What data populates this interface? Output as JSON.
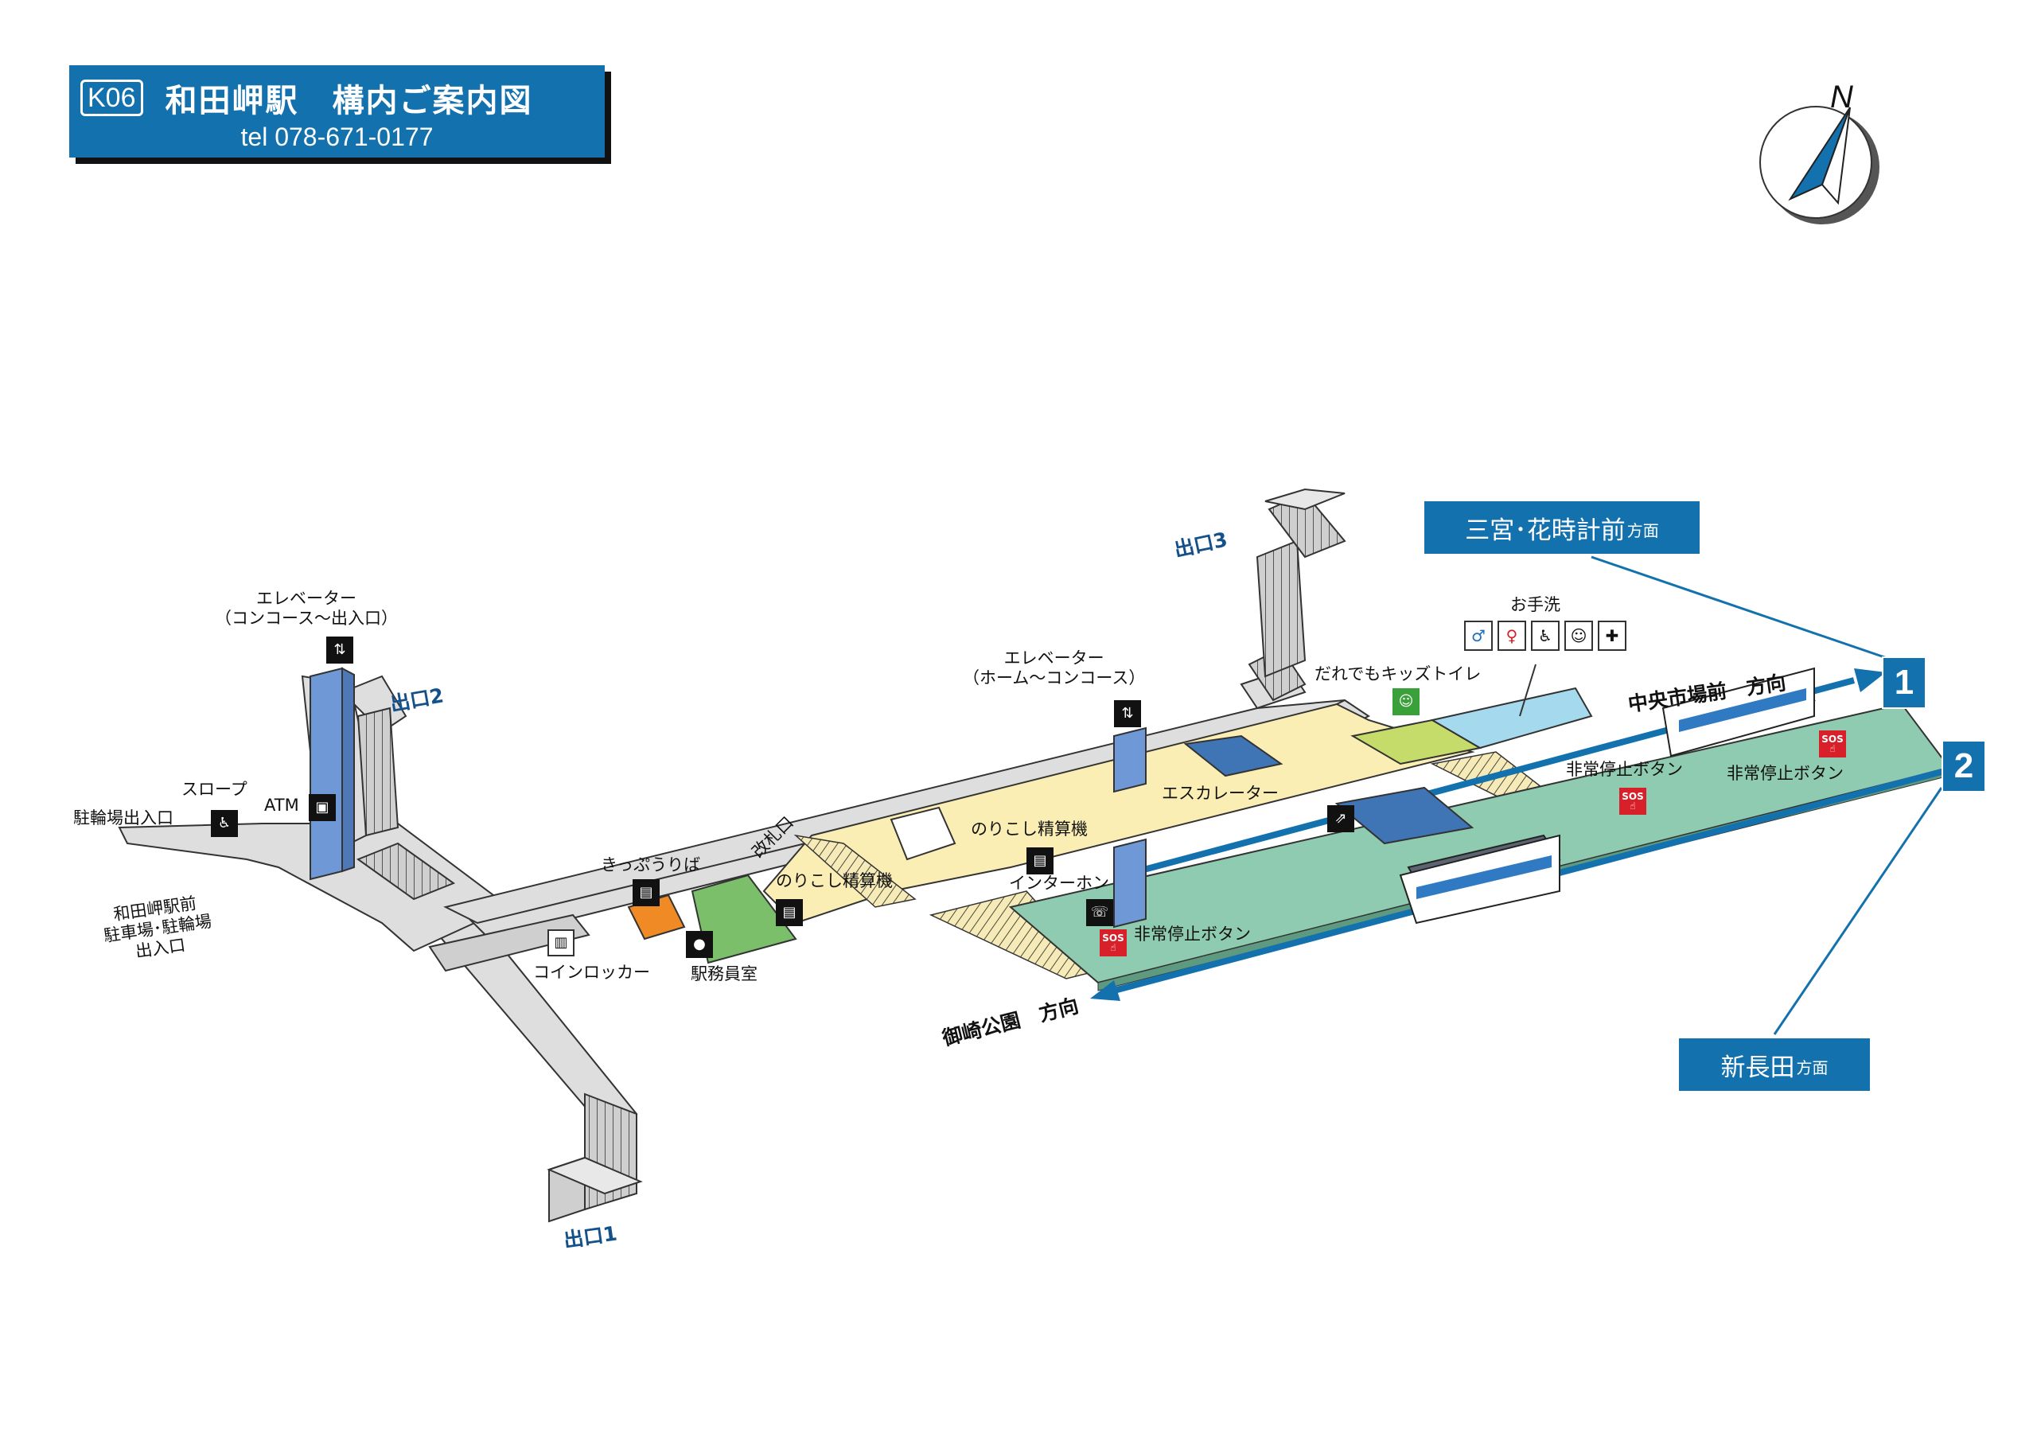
{
  "title": {
    "code": "K06",
    "name": "和田岬駅　構内ご案内図",
    "tel": "tel 078-671-0177"
  },
  "compass": {
    "label": "N"
  },
  "exits": {
    "exit1": "出口1",
    "exit2": "出口2",
    "exit3": "出口3"
  },
  "destinations": {
    "sannomiya": "三宮･花時計前",
    "shinnagata": "新長田",
    "suffix": "方面"
  },
  "platforms": {
    "p1": "1",
    "p2": "2"
  },
  "directions": {
    "chuo": "中央市場前　方向",
    "misaki": "御崎公園　方向"
  },
  "facilities": {
    "elevator_concourse": [
      "エレベーター",
      "（コンコース～出入口）"
    ],
    "elevator_home": [
      "エレベーター",
      "（ホーム～コンコース）"
    ],
    "slope": "スロープ",
    "bicycle_entrance": "駐輪場出入口",
    "parking_entrance": [
      "和田岬駅前",
      "駐車場･駐輪場",
      "出入口"
    ],
    "atm": "ATM",
    "ticket_sales": "きっぷうりば",
    "ticket_gate": "改札口",
    "fare_adjust_1": "のりこし精算機",
    "fare_adjust_2": "のりこし精算機",
    "coin_locker": "コインロッカー",
    "station_office": "駅務員室",
    "escalator": "エスカレーター",
    "intercom": "インターホン",
    "emergency_1": "非常停止ボタン",
    "emergency_2": "非常停止ボタン",
    "emergency_3": "非常停止ボタン",
    "toilet": "お手洗",
    "kids_toilet": "だれでもキッズトイレ"
  },
  "colors": {
    "brand_blue": "#1371ae",
    "concourse_gray": "#dedede",
    "paid_area_yellow": "#fbeeb4",
    "platform_green": "#8ecbb0",
    "ticket_green": "#7bbf6a",
    "elevator_blue": "#6f98d6",
    "toilet_blue": "#a5d9ee"
  }
}
